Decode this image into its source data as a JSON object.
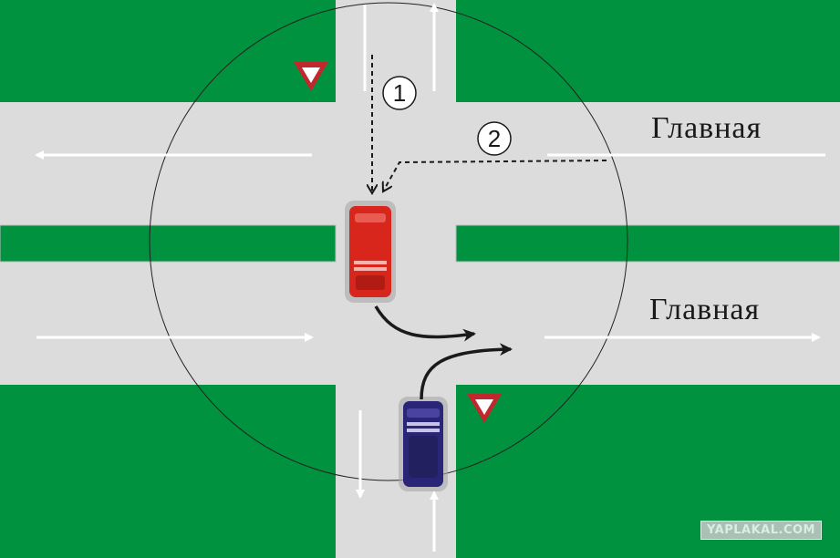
{
  "labels": {
    "main_road_top": "Главная",
    "main_road_bottom": "Главная",
    "path_1": "1",
    "path_2": "2"
  },
  "watermark": "YAPLAKAL.COM",
  "colors": {
    "grass": "#00923f",
    "road": "#dcdcdc",
    "arrow": "#ffffff",
    "red_car": "#d9261c",
    "blue_car": "#2b2577",
    "yield_sign": "#c0282d",
    "path_line": "#1a1a1a"
  },
  "icons": [
    "yield-sign-icon",
    "red-car-icon",
    "blue-car-icon",
    "lane-arrow-icon"
  ]
}
